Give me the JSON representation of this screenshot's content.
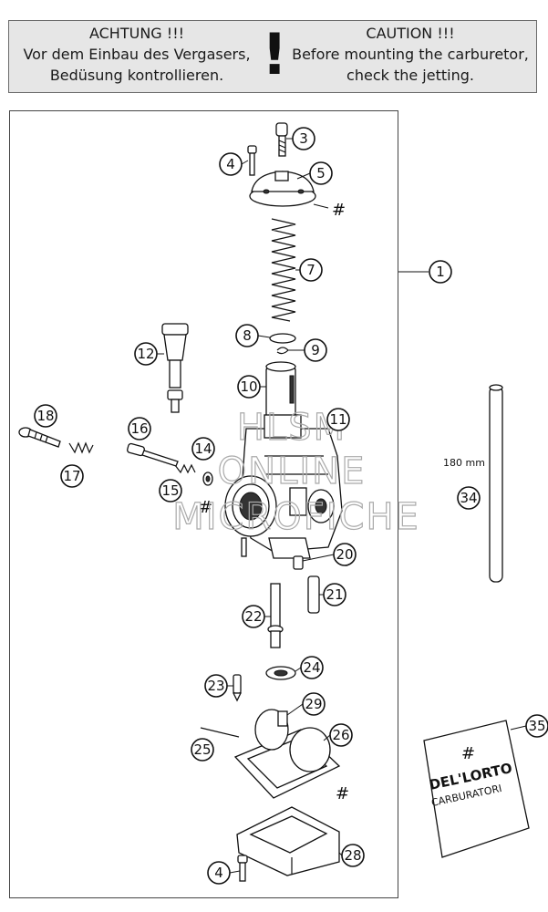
{
  "caution": {
    "de_title": "ACHTUNG !!!",
    "de_line1": "Vor dem Einbau des Vergasers,",
    "de_line2": "Bedüsung kontrollieren.",
    "en_title": "CAUTION !!!",
    "en_line1": "Before mounting the carburetor,",
    "en_line2": "check the jetting.",
    "mark": "!"
  },
  "diagram": {
    "dimension_label": "180 mm",
    "hash_symbol": "#",
    "callouts": [
      "1",
      "3",
      "4",
      "5",
      "7",
      "8",
      "9",
      "10",
      "11",
      "12",
      "14",
      "15",
      "16",
      "17",
      "18",
      "20",
      "21",
      "22",
      "23",
      "24",
      "25",
      "26",
      "28",
      "29",
      "34",
      "35",
      "4"
    ],
    "bag_brand": "DEL'LORTO",
    "bag_label": "CARBURATORI"
  },
  "watermark": {
    "line1": "HLSM",
    "line2": "ONLINE",
    "line3": "MICROFICHE"
  }
}
